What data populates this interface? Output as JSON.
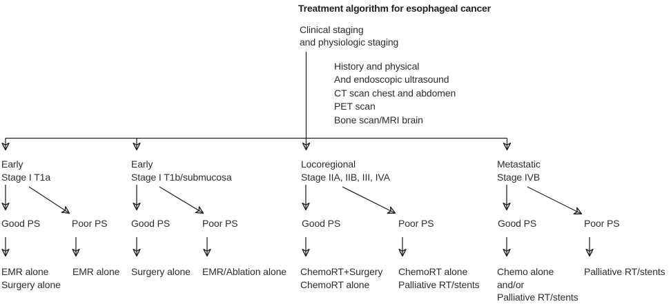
{
  "title": "Treatment algorithm for esophageal cancer",
  "root": {
    "line1": "Clinical staging",
    "line2": "and physiologic staging"
  },
  "workup": [
    "History and physical",
    "And endoscopic ultrasound",
    "CT scan chest and abdomen",
    "PET scan",
    "Bone scan/MRI brain"
  ],
  "ps_labels": {
    "good": "Good PS",
    "poor": "Poor PS"
  },
  "branches": [
    {
      "name1": "Early",
      "name2": "Stage I T1a",
      "good_ps": "Good PS",
      "poor_ps": "Poor PS",
      "good_outcome": [
        "EMR alone",
        "Surgery alone"
      ],
      "poor_outcome": [
        "EMR alone"
      ]
    },
    {
      "name1": "Early",
      "name2": "Stage I T1b/submucosa",
      "good_ps": "Good PS",
      "poor_ps": "Poor PS",
      "good_outcome": [
        "Surgery alone"
      ],
      "poor_outcome": [
        "EMR/Ablation alone"
      ]
    },
    {
      "name1": "Locoregional",
      "name2": "Stage IIA, IIB, III, IVA",
      "good_ps": "Good PS",
      "poor_ps": "Poor PS",
      "good_outcome": [
        "ChemoRT+Surgery",
        "ChemoRT alone"
      ],
      "poor_outcome": [
        "ChemoRT alone",
        "Palliative RT/stents"
      ]
    },
    {
      "name1": "Metastatic",
      "name2": "Stage IVB",
      "good_ps": "Good PS",
      "poor_ps": "Poor PS",
      "good_outcome": [
        "Chemo alone",
        "and/or",
        "Palliative RT/stents"
      ],
      "poor_outcome": [
        "Palliative RT/stents"
      ]
    }
  ],
  "colors": {
    "text": "#2e2c2d",
    "line": "#231f20",
    "background": "#ffffff"
  }
}
